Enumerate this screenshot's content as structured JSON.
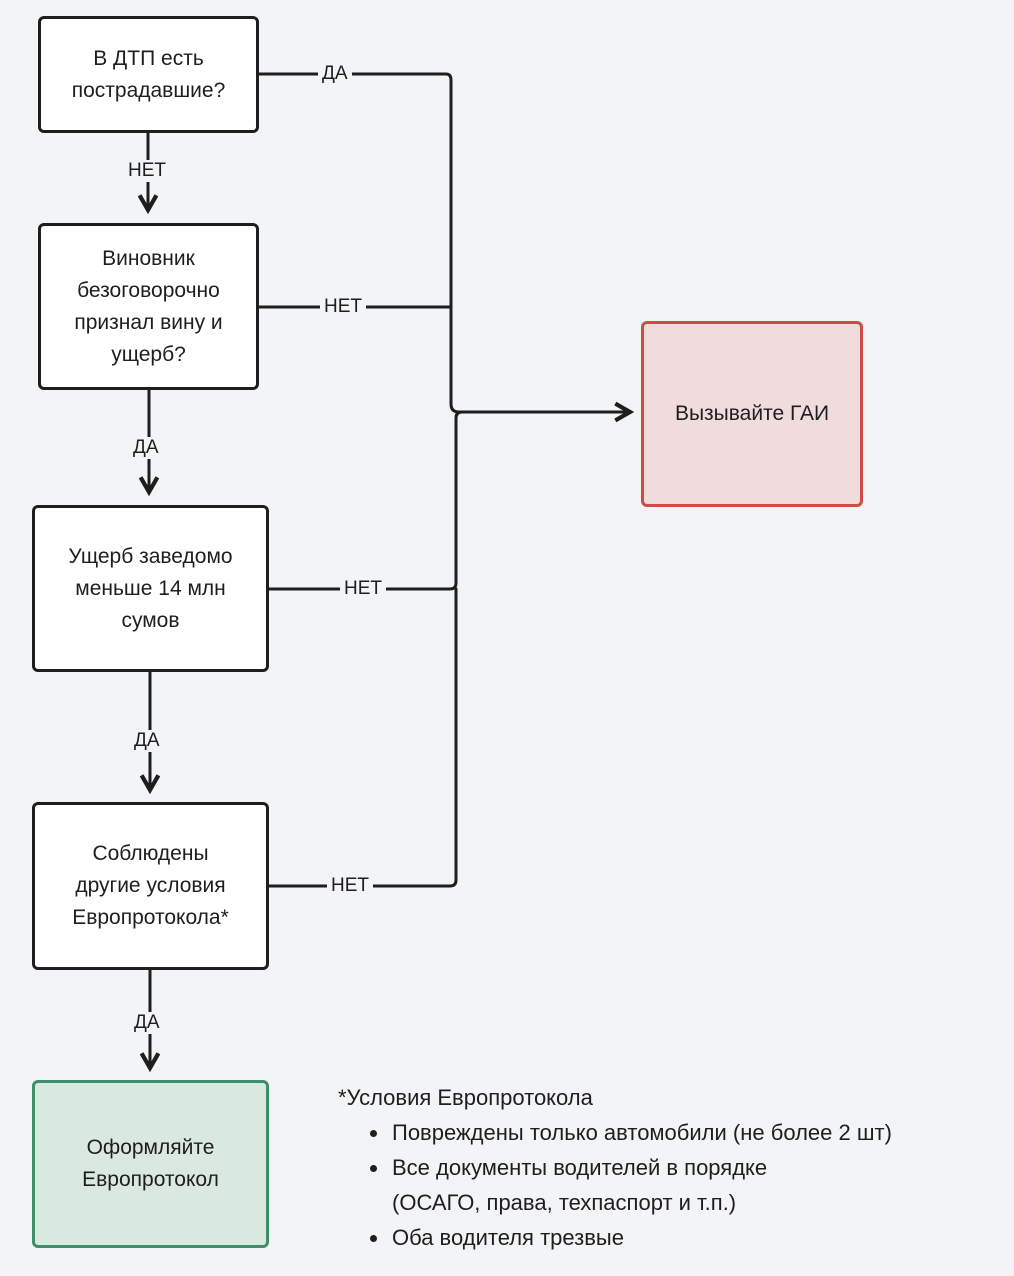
{
  "nodes": {
    "q1": "В ДТП есть\nпострадавшие?",
    "q2": "Виновник\nбезоговорочно\nпризнал вину и\nущерб?",
    "q3": "Ущерб заведомо\nменьше 14 млн\nсумов",
    "q4": "Соблюдены\nдругие условия\nЕвропротокола*",
    "call_gai": "Вызывайте ГАИ",
    "europrotocol": "Оформляйте\nЕвропротокол"
  },
  "edges": {
    "q1_yes": "ДА",
    "q1_no": "НЕТ",
    "q2_no": "НЕТ",
    "q2_yes": "ДА",
    "q3_no": "НЕТ",
    "q3_yes": "ДА",
    "q4_no": "НЕТ",
    "q4_yes": "ДА"
  },
  "notes": {
    "title": "*Условия Европротокола",
    "items": [
      "Повреждены только автомобили (не более 2 шт)",
      "Все документы водителей в порядке\n(ОСАГО, права, техпаспорт и т.п.)",
      "Оба водителя трезвые"
    ]
  },
  "colors": {
    "stroke": "#1e1e1e",
    "danger_border": "#d14a45",
    "danger_fill": "#f0dcdc",
    "success_border": "#3f8f6b",
    "success_fill": "#d9e9e0",
    "background": "#f3f4f5"
  }
}
